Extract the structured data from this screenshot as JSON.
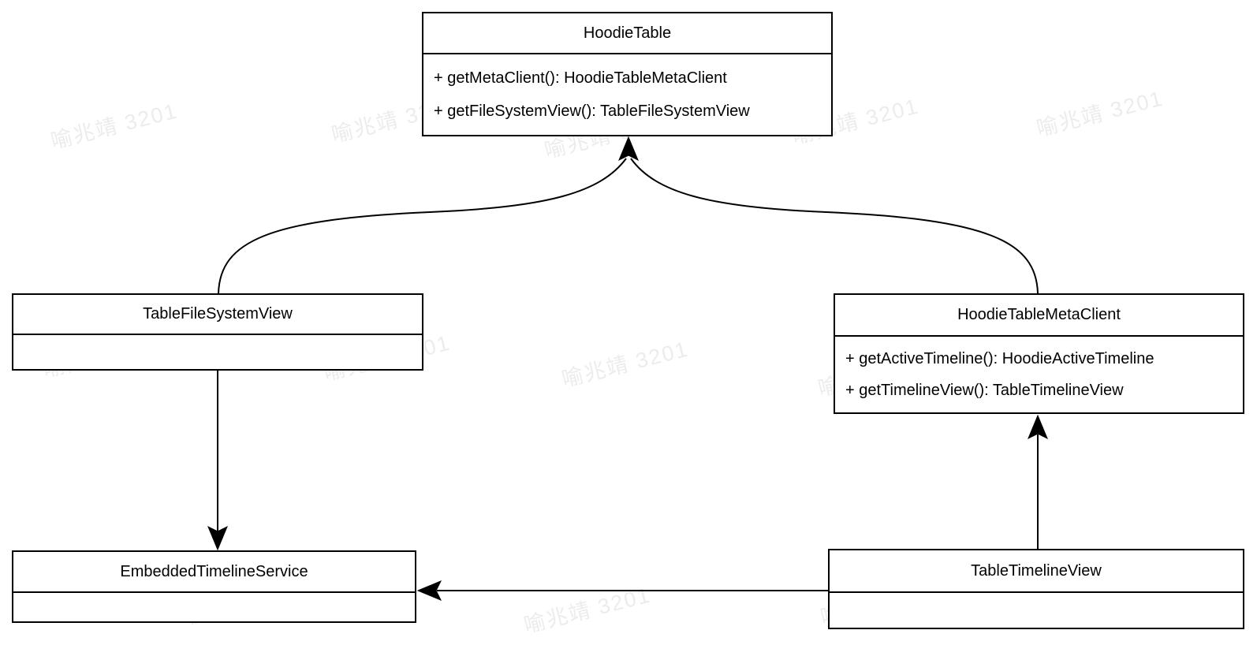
{
  "diagram": {
    "type": "uml-class-diagram",
    "classes": [
      {
        "name": "HoodieTable",
        "methods": [
          "+ getMetaClient(): HoodieTableMetaClient",
          "+ getFileSystemView(): TableFileSystemView"
        ]
      },
      {
        "name": "TableFileSystemView",
        "methods": []
      },
      {
        "name": "HoodieTableMetaClient",
        "methods": [
          "+ getActiveTimeline(): HoodieActiveTimeline",
          "+ getTimelineView(): TableTimelineView"
        ]
      },
      {
        "name": "EmbeddedTimelineService",
        "methods": []
      },
      {
        "name": "TableTimelineView",
        "methods": []
      }
    ],
    "relations": [
      {
        "from": "TableFileSystemView",
        "to": "HoodieTable",
        "style": "curved",
        "arrowhead": "filled"
      },
      {
        "from": "HoodieTableMetaClient",
        "to": "HoodieTable",
        "style": "curved",
        "arrowhead": "filled"
      },
      {
        "from": "TableFileSystemView",
        "to": "EmbeddedTimelineService",
        "style": "straight-vertical",
        "arrowhead": "filled"
      },
      {
        "from": "TableTimelineView",
        "to": "HoodieTableMetaClient",
        "style": "straight-vertical",
        "arrowhead": "filled"
      },
      {
        "from": "TableTimelineView",
        "to": "EmbeddedTimelineService",
        "style": "straight-horizontal",
        "arrowhead": "filled"
      }
    ],
    "colors": {
      "line": "#000000",
      "box_fill": "#ffffff",
      "text": "#000000",
      "background": "#ffffff",
      "watermark": "#ececec"
    }
  },
  "watermark": {
    "text": "喻兆靖 3201"
  }
}
